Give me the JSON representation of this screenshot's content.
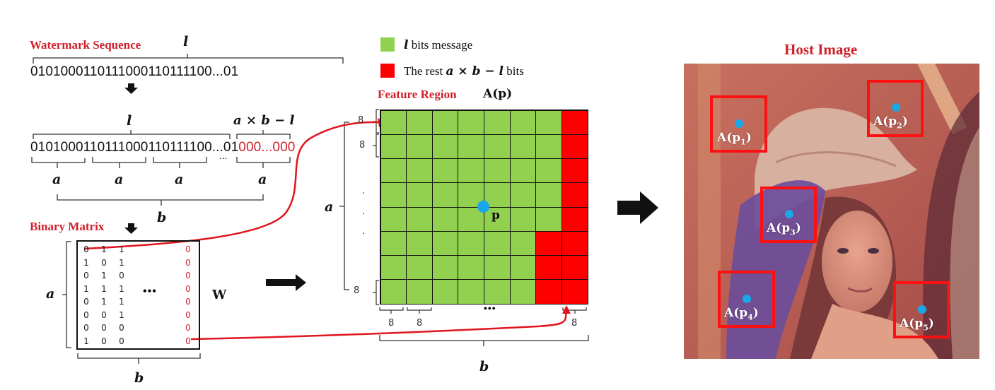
{
  "watermark": {
    "title": "Watermark Sequence",
    "length_label": "l",
    "sequence": "01010001101110001101110…...01"
  },
  "padded": {
    "length_label": "l",
    "pad_label": "a × b − l",
    "seg1": "0101000",
    "seg2": "1101110",
    "seg3": "0011011100",
    "seg4": "...01",
    "pad": "000...000",
    "ellipsis": "...",
    "group_labels": [
      "a",
      "a",
      "a",
      "a"
    ],
    "b_label": "b"
  },
  "binary_matrix": {
    "title": "Binary Matrix",
    "rows_label": "a",
    "cols_label": "b",
    "name": "W",
    "ellipsis": "•••",
    "columns": [
      [
        "0",
        "1",
        "0",
        "1",
        "0",
        "0",
        "0",
        "1"
      ],
      [
        "1",
        "0",
        "1",
        "1",
        "1",
        "0",
        "0",
        "0"
      ],
      [
        "1",
        "1",
        "0",
        "1",
        "1",
        "1",
        "0",
        "0"
      ]
    ],
    "last_column": [
      "0",
      "0",
      "0",
      "0",
      "0",
      "0",
      "0",
      "0"
    ]
  },
  "legend": {
    "items": [
      {
        "label_math": "l",
        "label": " bits message",
        "color": "#92d050"
      },
      {
        "label_prefix": "The rest ",
        "label_math": "a × b − l",
        "label": " bits",
        "color": "#ff0000"
      }
    ]
  },
  "feature_region": {
    "title": "Feature Region",
    "name": "A(p)",
    "point_label": "p",
    "rows_label": "a",
    "cols_label": "b",
    "block_size": "8",
    "vertical_dots": ".",
    "ellipsis": "•••",
    "grid_rows": 8,
    "grid_cols": 8,
    "colors": {
      "green": "#92d050",
      "red": "#ff0000",
      "point": "#1aa7e8"
    },
    "red_cells": [
      [
        0,
        7
      ],
      [
        1,
        7
      ],
      [
        2,
        7
      ],
      [
        3,
        7
      ],
      [
        4,
        7
      ],
      [
        5,
        7
      ],
      [
        6,
        7
      ],
      [
        7,
        7
      ],
      [
        5,
        6
      ],
      [
        6,
        6
      ],
      [
        7,
        6
      ]
    ]
  },
  "host_image": {
    "title": "Host Image",
    "regions": [
      {
        "label": "A(p",
        "sub": "1",
        "close": ")"
      },
      {
        "label": "A(p",
        "sub": "2",
        "close": ")"
      },
      {
        "label": "A(p",
        "sub": "3",
        "close": ")"
      },
      {
        "label": "A(p",
        "sub": "4",
        "close": ")"
      },
      {
        "label": "A(p",
        "sub": "5",
        "close": ")"
      }
    ]
  }
}
